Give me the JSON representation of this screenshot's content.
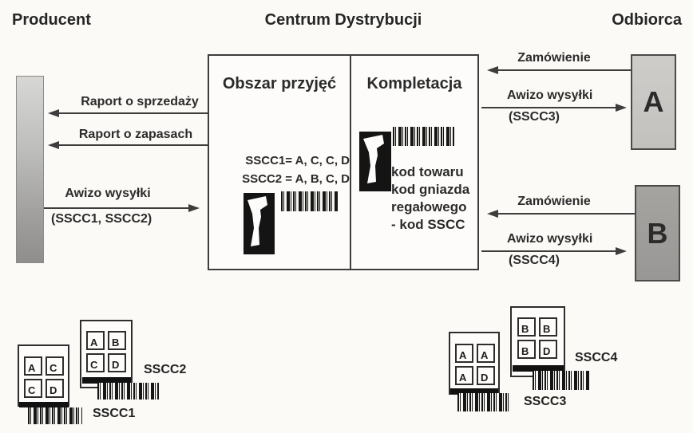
{
  "headers": {
    "producer": "Producent",
    "center": "Centrum Dystrybucji",
    "receiver": "Odbiorca"
  },
  "producer_flows": {
    "sales_report": "Raport o sprzedaży",
    "stock_report": "Raport o zapasach",
    "dispatch_advice": "Awizo wysyłki",
    "dispatch_advice_sscc": "(SSCC1, SSCC2)"
  },
  "center_box": {
    "left_title": "Obszar przyjęć",
    "right_title": "Kompletacja",
    "sscc1_line": "SSCC1= A, C, C, D",
    "sscc2_line": "SSCC2 = A, B, C, D",
    "picking_lines": [
      "kod towaru",
      "kod gniazda",
      "regałowego",
      "- kod SSCC"
    ]
  },
  "receiver_a": {
    "letter": "A",
    "order": "Zamówienie",
    "dispatch": "Awizo wysyłki",
    "dispatch_sscc": "(SSCC3)"
  },
  "receiver_b": {
    "letter": "B",
    "order": "Zamówienie",
    "dispatch": "Awizo wysyłki",
    "dispatch_sscc": "(SSCC4)"
  },
  "pallets": [
    {
      "label": "SSCC1",
      "cells": [
        "A",
        "C",
        "C",
        "D"
      ]
    },
    {
      "label": "SSCC2",
      "cells": [
        "A",
        "B",
        "C",
        "D"
      ]
    },
    {
      "label": "SSCC3",
      "cells": [
        "A",
        "A",
        "A",
        "D"
      ]
    },
    {
      "label": "SSCC4",
      "cells": [
        "B",
        "B",
        "B",
        "D"
      ]
    }
  ],
  "icons": {
    "scanner": "barcode-scanner-icon",
    "barcode": "barcode-graphic"
  },
  "colors": {
    "background": "#fbfaf7",
    "ink": "#3d3d3d",
    "receiver_a_fill": "#c9c8c5",
    "receiver_b_fill": "#9e9d9a",
    "producer_bar_top": "#d7d7d5",
    "producer_bar_bottom": "#8f8e8c",
    "barcode_dark": "#161616"
  }
}
